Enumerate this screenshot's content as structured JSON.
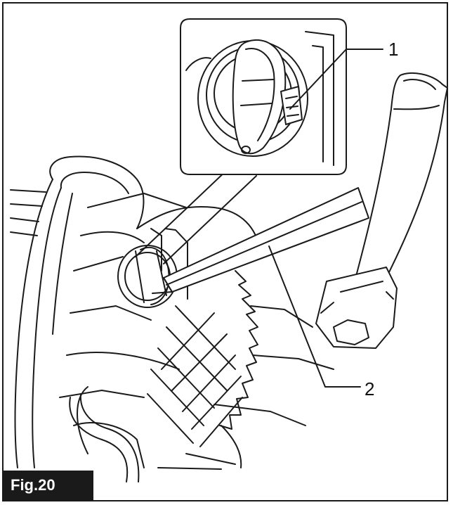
{
  "figure": {
    "tag": "Fig.20"
  },
  "callouts": [
    {
      "label": "1"
    },
    {
      "label": "2"
    }
  ],
  "colors": {
    "line": "#1a1a1a",
    "background": "#ffffff",
    "tag_background": "#1a1a1a",
    "tag_text": "#ffffff"
  }
}
